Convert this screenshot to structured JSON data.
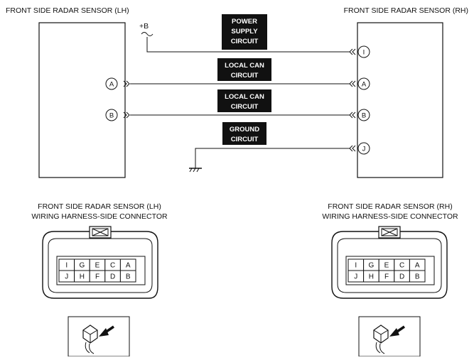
{
  "left_sensor": {
    "title": "FRONT SIDE RADAR SENSOR (LH)"
  },
  "right_sensor": {
    "title": "FRONT SIDE RADAR SENSOR (RH)"
  },
  "supply_label": "+B",
  "circuits": {
    "power": [
      "POWER",
      "SUPPLY",
      "CIRCUIT"
    ],
    "can1": [
      "LOCAL CAN",
      "CIRCUIT"
    ],
    "can2": [
      "LOCAL CAN",
      "CIRCUIT"
    ],
    "ground": [
      "GROUND",
      "CIRCUIT"
    ]
  },
  "pins": {
    "left_a": "A",
    "left_b": "B",
    "right_i": "I",
    "right_a": "A",
    "right_b": "B",
    "right_j": "J"
  },
  "left_connector": {
    "title_lines": [
      "FRONT SIDE RADAR SENSOR (LH)",
      "WIRING HARNESS-SIDE CONNECTOR"
    ],
    "rows": [
      [
        "I",
        "G",
        "E",
        "C",
        "A"
      ],
      [
        "J",
        "H",
        "F",
        "D",
        "B"
      ]
    ]
  },
  "right_connector": {
    "title_lines": [
      "FRONT SIDE RADAR SENSOR (RH)",
      "WIRING HARNESS-SIDE CONNECTOR"
    ],
    "rows": [
      [
        "I",
        "G",
        "E",
        "C",
        "A"
      ],
      [
        "J",
        "H",
        "F",
        "D",
        "B"
      ]
    ]
  }
}
